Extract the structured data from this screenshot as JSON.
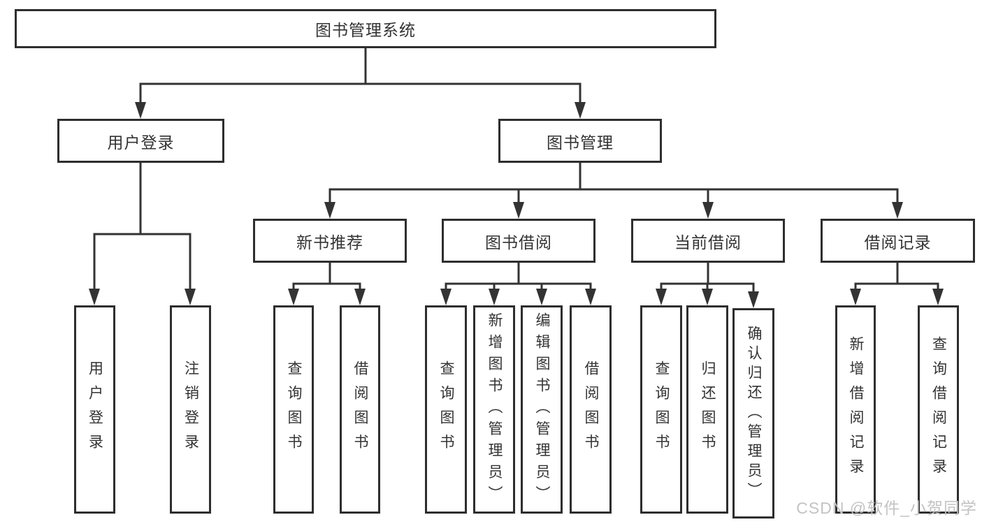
{
  "tree": {
    "root": {
      "label": "图书管理系统"
    },
    "branches": [
      {
        "label": "用户登录",
        "children": [
          {
            "label": "用户登录"
          },
          {
            "label": "注销登录"
          }
        ]
      },
      {
        "label": "图书管理",
        "children": [
          {
            "label": "新书推荐",
            "children": [
              {
                "label": "查询图书"
              },
              {
                "label": "借阅图书"
              }
            ]
          },
          {
            "label": "图书借阅",
            "children": [
              {
                "label": "查询图书"
              },
              {
                "label": "新增图书（管理员）"
              },
              {
                "label": "编辑图书（管理员）"
              },
              {
                "label": "借阅图书"
              }
            ]
          },
          {
            "label": "当前借阅",
            "children": [
              {
                "label": "查询图书"
              },
              {
                "label": "归还图书"
              },
              {
                "label": "确认归还（管理员）"
              }
            ]
          },
          {
            "label": "借阅记录",
            "children": [
              {
                "label": "新增借阅记录"
              },
              {
                "label": "查询借阅记录"
              }
            ]
          }
        ]
      }
    ]
  },
  "watermark": "CSDN @软件_小贺同学",
  "colors": {
    "line": "#333333",
    "border": "#2e2e2e",
    "text": "#333333",
    "bg": "#ffffff",
    "watermark": "#c3c3c3"
  }
}
